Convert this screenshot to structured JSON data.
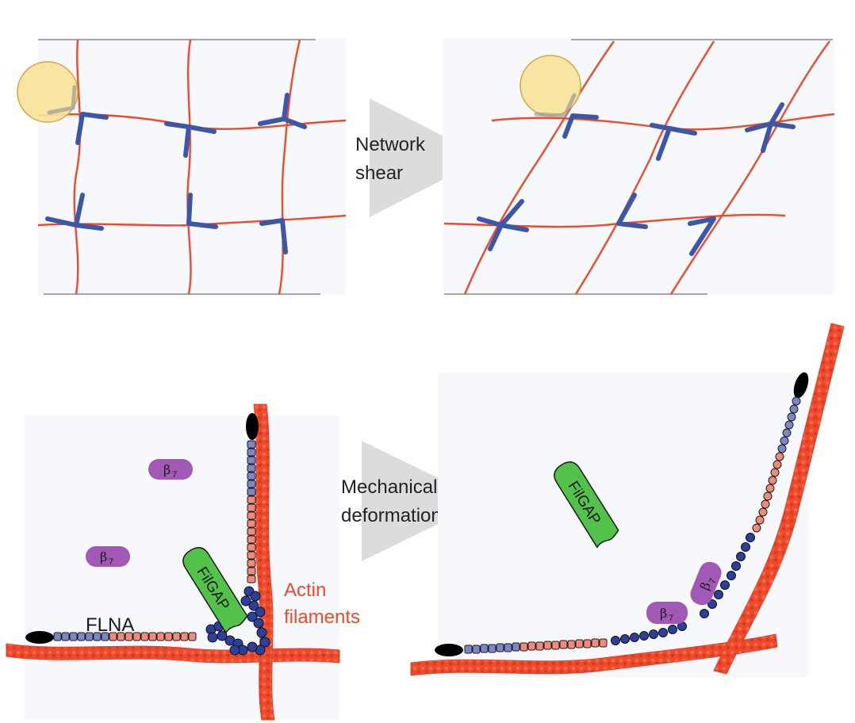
{
  "top": {
    "arrow_label_line1": "Network",
    "arrow_label_line2": "shear"
  },
  "bottom": {
    "arrow_label_line1": "Mechanical",
    "arrow_label_line2": "deformation",
    "flna_label": "FLNA",
    "actin_label_line1": "Actin",
    "actin_label_line2": "filaments",
    "filgap_label": "FilGAP",
    "beta7_label": "β",
    "beta7_subscript": "7"
  },
  "colors": {
    "actin": "#ee4a2c",
    "flna_crosslinker": "#3d56a6",
    "flna_domain_dark": "#2c3f9b",
    "flna_domain_light": "#7b86c6",
    "flna_domain_salmon": "#f08a7a",
    "filgap": "#52c24a",
    "beta7": "#a259b5",
    "bead": "#f9e39a",
    "arrow": "#dcdcdc",
    "panel_bg": "#f7f8fc"
  }
}
